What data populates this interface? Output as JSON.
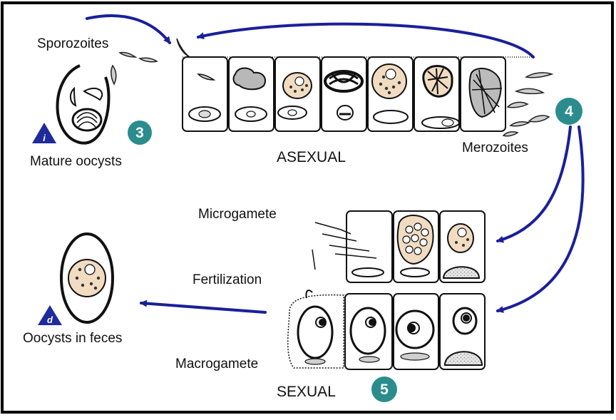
{
  "labels": {
    "sporozoites": "Sporozoites",
    "mature_oocysts": "Mature oocysts",
    "asexual": "ASEXUAL",
    "merozoites": "Merozoites",
    "microgamete": "Microgamete",
    "fertilization": "Fertilization",
    "oocysts_in_feces": "Oocysts in feces",
    "macrogamete": "Macrogamete",
    "sexual": "SEXUAL"
  },
  "stage_badges": {
    "mature_oocysts": "3",
    "merozoites": "4",
    "sexual": "5"
  },
  "stage_markers": {
    "mature_oocysts": "i",
    "oocysts_in_feces": "d"
  },
  "colors": {
    "arrow": "#1a1f9a",
    "badge": "#2a8c8c",
    "marker": "#1f2a9c",
    "cytoplasm": "#f1dcc2",
    "stipple": "#cfcfcf",
    "outline": "#111111"
  }
}
